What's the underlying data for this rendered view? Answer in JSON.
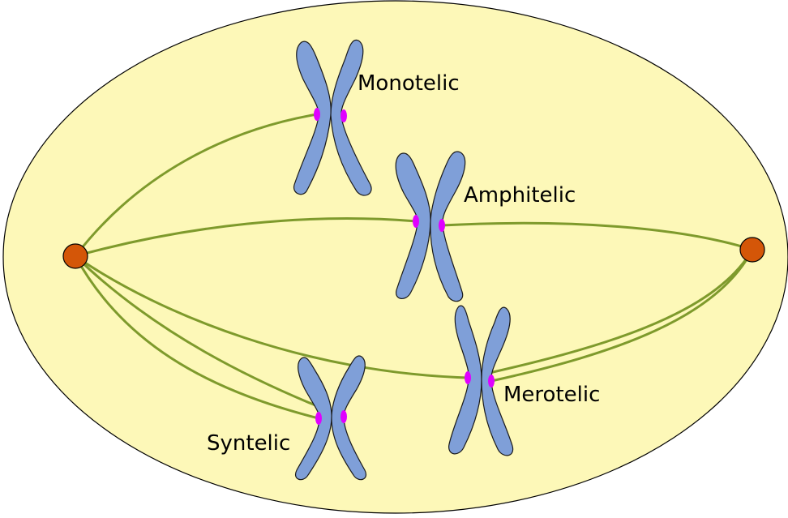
{
  "colors": {
    "cell_fill": "#fdf8b8",
    "cell_outline": "#000000",
    "microtubule": "#7e9a2c",
    "spindle_pole": "#d45608",
    "chromatid": "#7f9fd8",
    "kinetochore": "#e000ff"
  },
  "labels": {
    "monotelic": "Monotelic",
    "amphitelic": "Amphitelic",
    "merotelic": "Merotelic",
    "syntelic": "Syntelic"
  }
}
